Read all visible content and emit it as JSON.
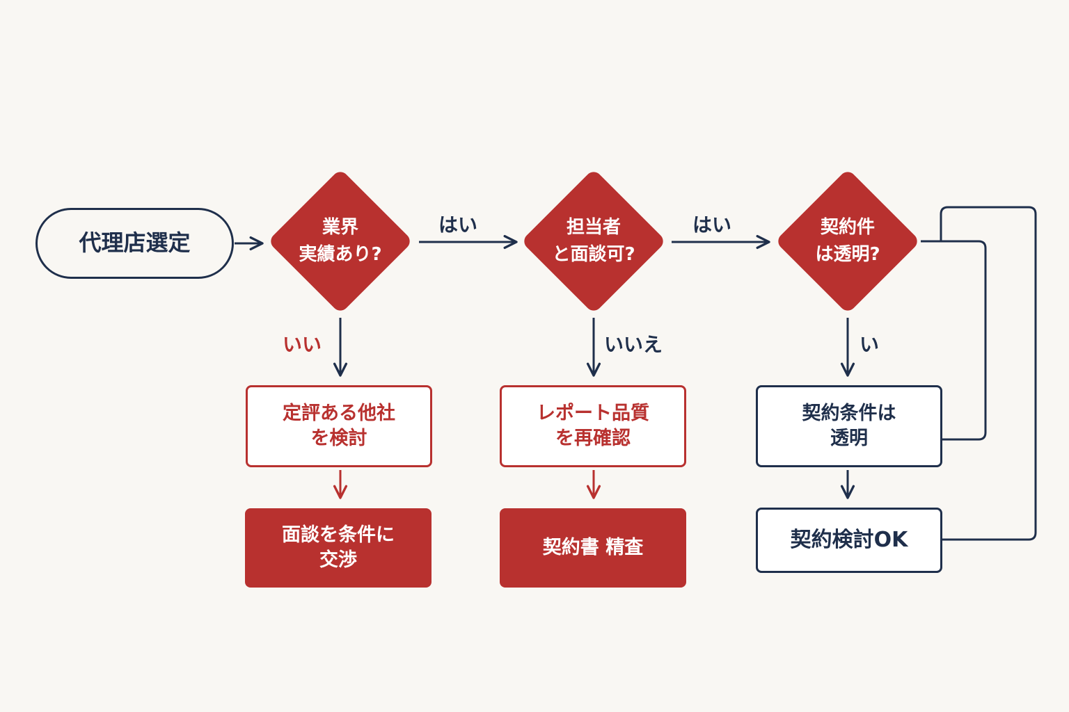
{
  "colors": {
    "navy": "#1f2f4b",
    "red": "#b8312f",
    "background": "#f9f7f3"
  },
  "nodes": {
    "start": {
      "label": "代理店選定"
    },
    "d1": {
      "line1": "業界",
      "line2": "実績あり?"
    },
    "d2": {
      "line1": "担当者",
      "line2": "と面談可?"
    },
    "d3": {
      "line1": "契約件",
      "line2": "は透明?"
    },
    "b1": {
      "line1": "定評ある他社",
      "line2": "を検討"
    },
    "b2": {
      "line1": "レポート品質",
      "line2": "を再確認"
    },
    "b3": {
      "line1": "契約条件は",
      "line2": "透明"
    },
    "r1": {
      "line1": "面談を条件に",
      "line2": "交渉"
    },
    "r2": {
      "line1": "契約書 精査"
    },
    "end": {
      "label": "契約検討OK"
    }
  },
  "edge_labels": {
    "d1_d2": "はい",
    "d2_d3": "はい",
    "d1_down": "いい",
    "d2_down": "いいえ",
    "d3_down": "い"
  }
}
